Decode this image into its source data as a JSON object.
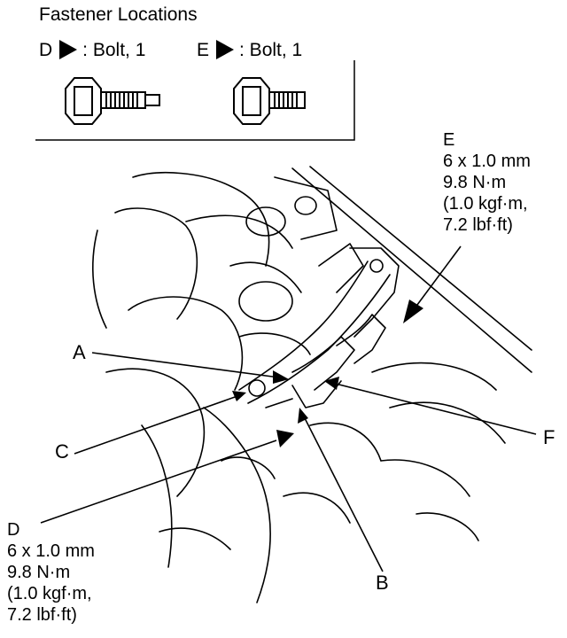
{
  "header": {
    "title": "Fastener Locations"
  },
  "fasteners": [
    {
      "letter": "D",
      "desc": ": Bolt, 1",
      "icon": "bolt-icon"
    },
    {
      "letter": "E",
      "desc": ": Bolt, 1",
      "icon": "bolt-icon"
    }
  ],
  "specs": {
    "E": {
      "letter": "E",
      "size": "6 x 1.0 mm",
      "torque_nm": "9.8 N·m",
      "torque_kgf": "(1.0 kgf·m,",
      "torque_lbf": "7.2 lbf·ft)"
    },
    "D": {
      "letter": "D",
      "size": "6 x 1.0 mm",
      "torque_nm": "9.8 N·m",
      "torque_kgf": "(1.0 kgf·m,",
      "torque_lbf": "7.2 lbf·ft)"
    }
  },
  "callouts": {
    "A": "A",
    "B": "B",
    "C": "C",
    "F": "F"
  }
}
